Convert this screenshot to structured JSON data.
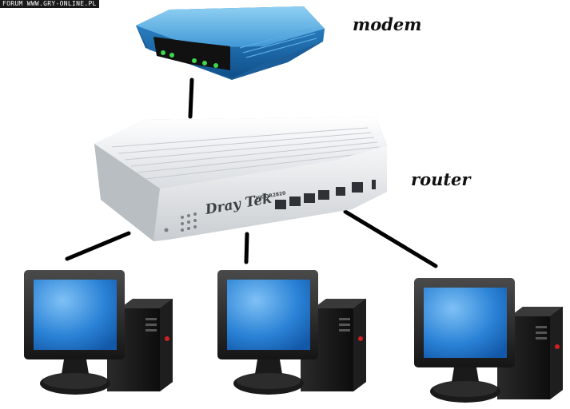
{
  "watermark": "FORUM WWW.GRY-ONLINE.PL",
  "labels": {
    "modem": "modem",
    "router": "router"
  },
  "router_device": {
    "brand": "Dray Tek",
    "model": "VIGOR2820"
  },
  "colors": {
    "modem_body": "#2f83c6",
    "led": "#3cd94a",
    "screen": "#2c86d9",
    "cable": "#000000",
    "router_body": "#eef0f2"
  },
  "computers": [
    {
      "id": "pc-left"
    },
    {
      "id": "pc-middle"
    },
    {
      "id": "pc-right"
    }
  ]
}
